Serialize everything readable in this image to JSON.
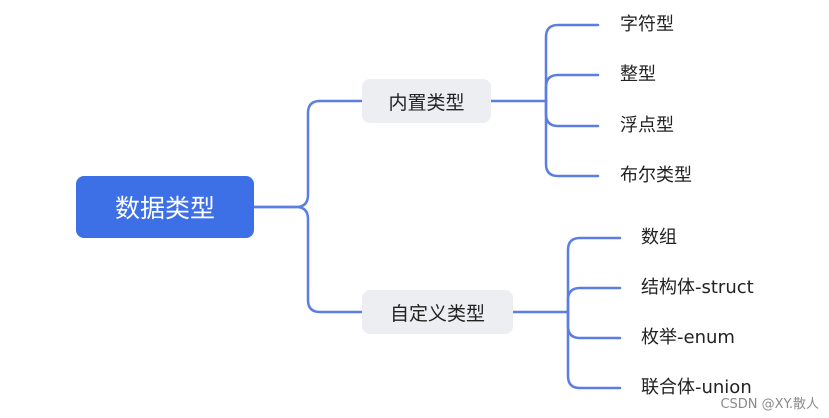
{
  "root": {
    "label": "数据类型"
  },
  "branches": [
    {
      "label": "内置类型",
      "children": [
        "字符型",
        "整型",
        "浮点型",
        "布尔类型"
      ]
    },
    {
      "label": "自定义类型",
      "children": [
        "数组",
        "结构体-struct",
        "枚举-enum",
        "联合体-union"
      ]
    }
  ],
  "watermark": "CSDN @XY.散人",
  "colors": {
    "root_fill": "#3d6fe6",
    "branch_fill": "#eceef1",
    "connector": "#5b7ee0"
  }
}
